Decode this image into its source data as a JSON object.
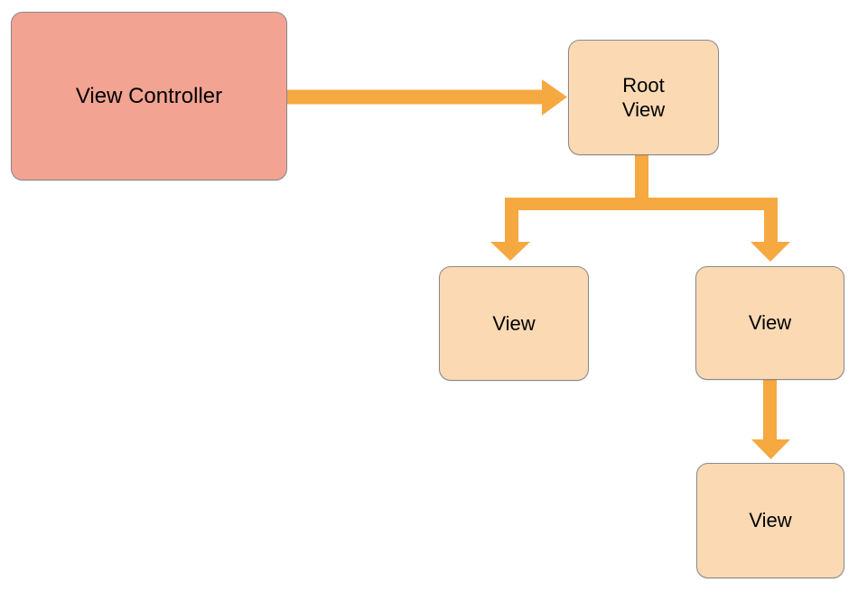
{
  "diagram_type": "view-hierarchy",
  "nodes": {
    "view_controller": {
      "label": "View Controller"
    },
    "root_view": {
      "label": "Root\nView"
    },
    "subview_left": {
      "label": "View"
    },
    "subview_right": {
      "label": "View"
    },
    "subview_nested": {
      "label": "View"
    }
  },
  "edges": [
    {
      "from": "view_controller",
      "to": "root_view"
    },
    {
      "from": "root_view",
      "to": "subview_left"
    },
    {
      "from": "root_view",
      "to": "subview_right"
    },
    {
      "from": "subview_right",
      "to": "subview_nested"
    }
  ],
  "colors": {
    "arrow": "#F6A841",
    "controller_fill": "#F2A392",
    "view_fill": "#FAD9B3",
    "node_border": "#8A8A8E",
    "label_text": "#000000",
    "background": "#FFFFFF"
  }
}
